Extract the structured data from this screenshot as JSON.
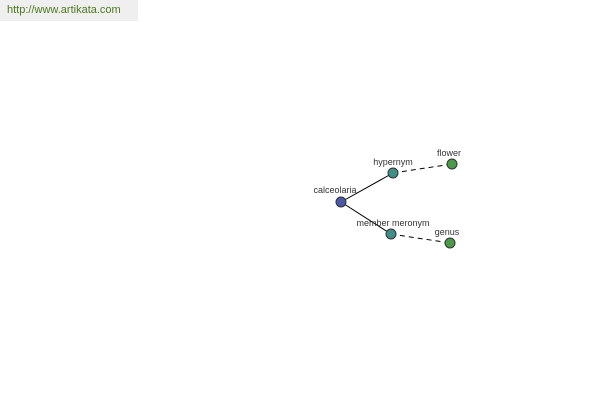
{
  "header": {
    "url_text": "http://www.artikata.com"
  },
  "colors": {
    "url_text": "#4e7a1e",
    "banner_bg": "#efefef",
    "root_node": "#4b5aa8",
    "relation_node": "#3f8f87",
    "target_node": "#4a9a4a",
    "edge": "#000000"
  },
  "graph": {
    "root": {
      "label": "calceolaria"
    },
    "relations": [
      {
        "label": "hypernym",
        "target": "flower"
      },
      {
        "label": "member meronym",
        "target": "genus"
      }
    ]
  }
}
